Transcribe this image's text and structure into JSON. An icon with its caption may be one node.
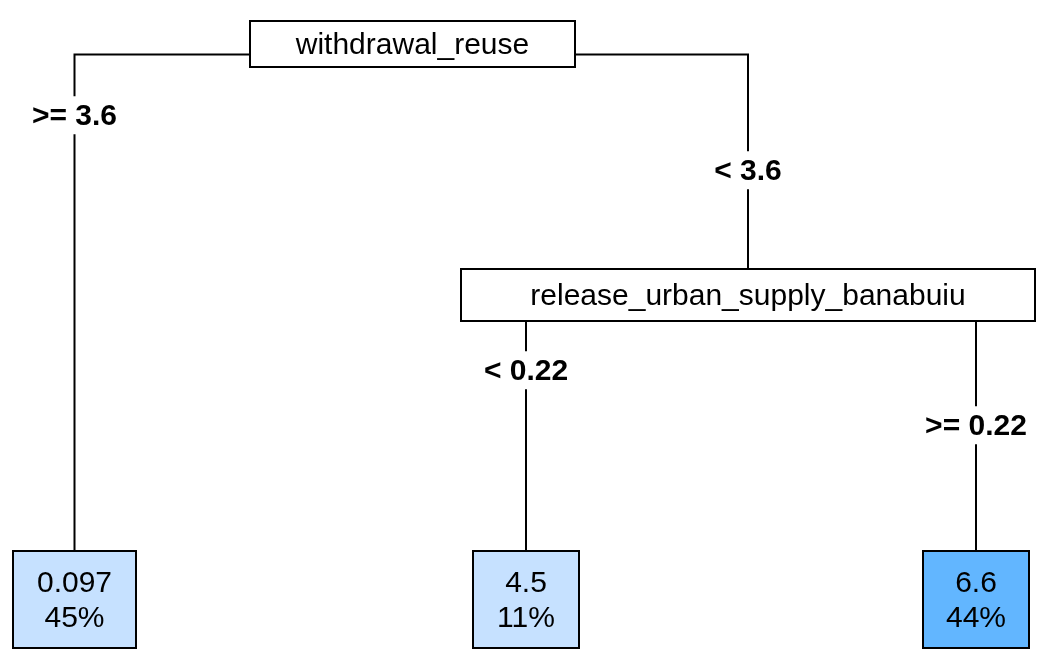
{
  "diagram": {
    "nodes": [
      {
        "text": [
          "withdrawal_reuse"
        ]
      },
      {
        "text": [
          "0.097",
          "45%"
        ]
      },
      {
        "text": [
          "release_urban_supply_banabuiu"
        ]
      },
      {
        "text": [
          "4.5",
          "11%"
        ]
      },
      {
        "text": [
          "6.6",
          "44%"
        ]
      }
    ],
    "edges": [
      {
        "from": 0,
        "to": 1,
        "arrow": "none",
        "label": ">= 3.6"
      },
      {
        "from": 0,
        "to": 2,
        "arrow": "none",
        "label": "< 3.6"
      },
      {
        "from": 2,
        "to": 3,
        "arrow": "none",
        "label": "< 0.22"
      },
      {
        "from": 2,
        "to": 4,
        "arrow": "none",
        "label": ">= 0.22"
      }
    ]
  }
}
